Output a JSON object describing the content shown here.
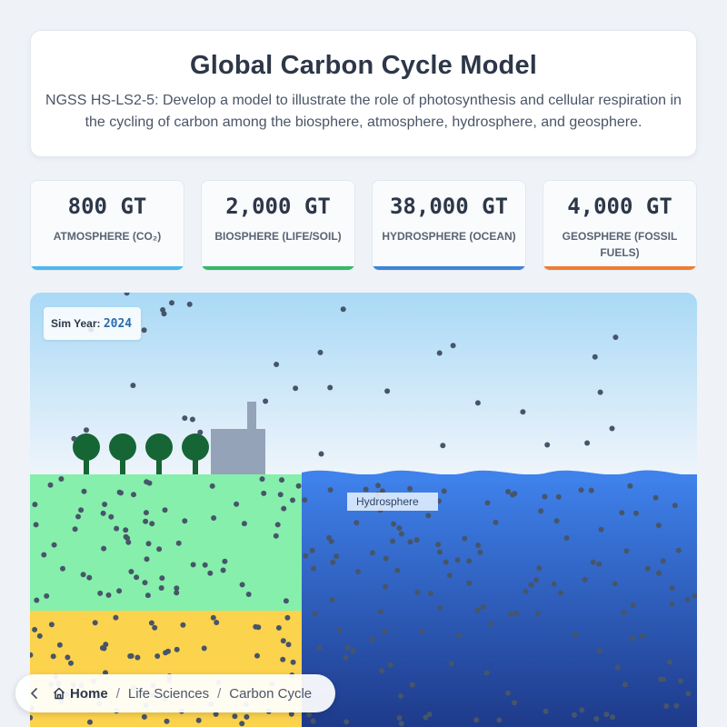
{
  "header": {
    "title": "Global Carbon Cycle Model",
    "subtitle": "NGSS HS-LS2-5: Develop a model to illustrate the role of photosynthesis and cellular respiration in the cycling of carbon among the biosphere, atmosphere, hydrosphere, and geosphere."
  },
  "stats": [
    {
      "value": "800 GT",
      "label": "Atmosphere (CO₂)",
      "color": "#4fb8ec"
    },
    {
      "value": "2,000 GT",
      "label": "Biosphere (Life/Soil)",
      "color": "#38b868"
    },
    {
      "value": "38,000 GT",
      "label": "Hydrosphere (Ocean)",
      "color": "#3f85d8"
    },
    {
      "value": "4,000 GT",
      "label": "Geosphere (Fossil Fuels)",
      "color": "#ee7d32"
    }
  ],
  "simulation": {
    "year_label": "Sim Year:",
    "year_value": "2024",
    "ocean_label": "Hydrosphere",
    "colors": {
      "sky_top": "#a9d9f6",
      "sky_bottom": "#f2f6fb",
      "soil": "#86efac",
      "rock": "#fcd34d",
      "ocean_top": "#3f82ec",
      "ocean_bottom": "#1e3a8a",
      "tree": "#166534",
      "factory": "#94a3b8",
      "carbon_dot": "#475569"
    }
  },
  "breadcrumb": {
    "home": "Home",
    "items": [
      "Life Sciences",
      "Carbon Cycle"
    ]
  }
}
